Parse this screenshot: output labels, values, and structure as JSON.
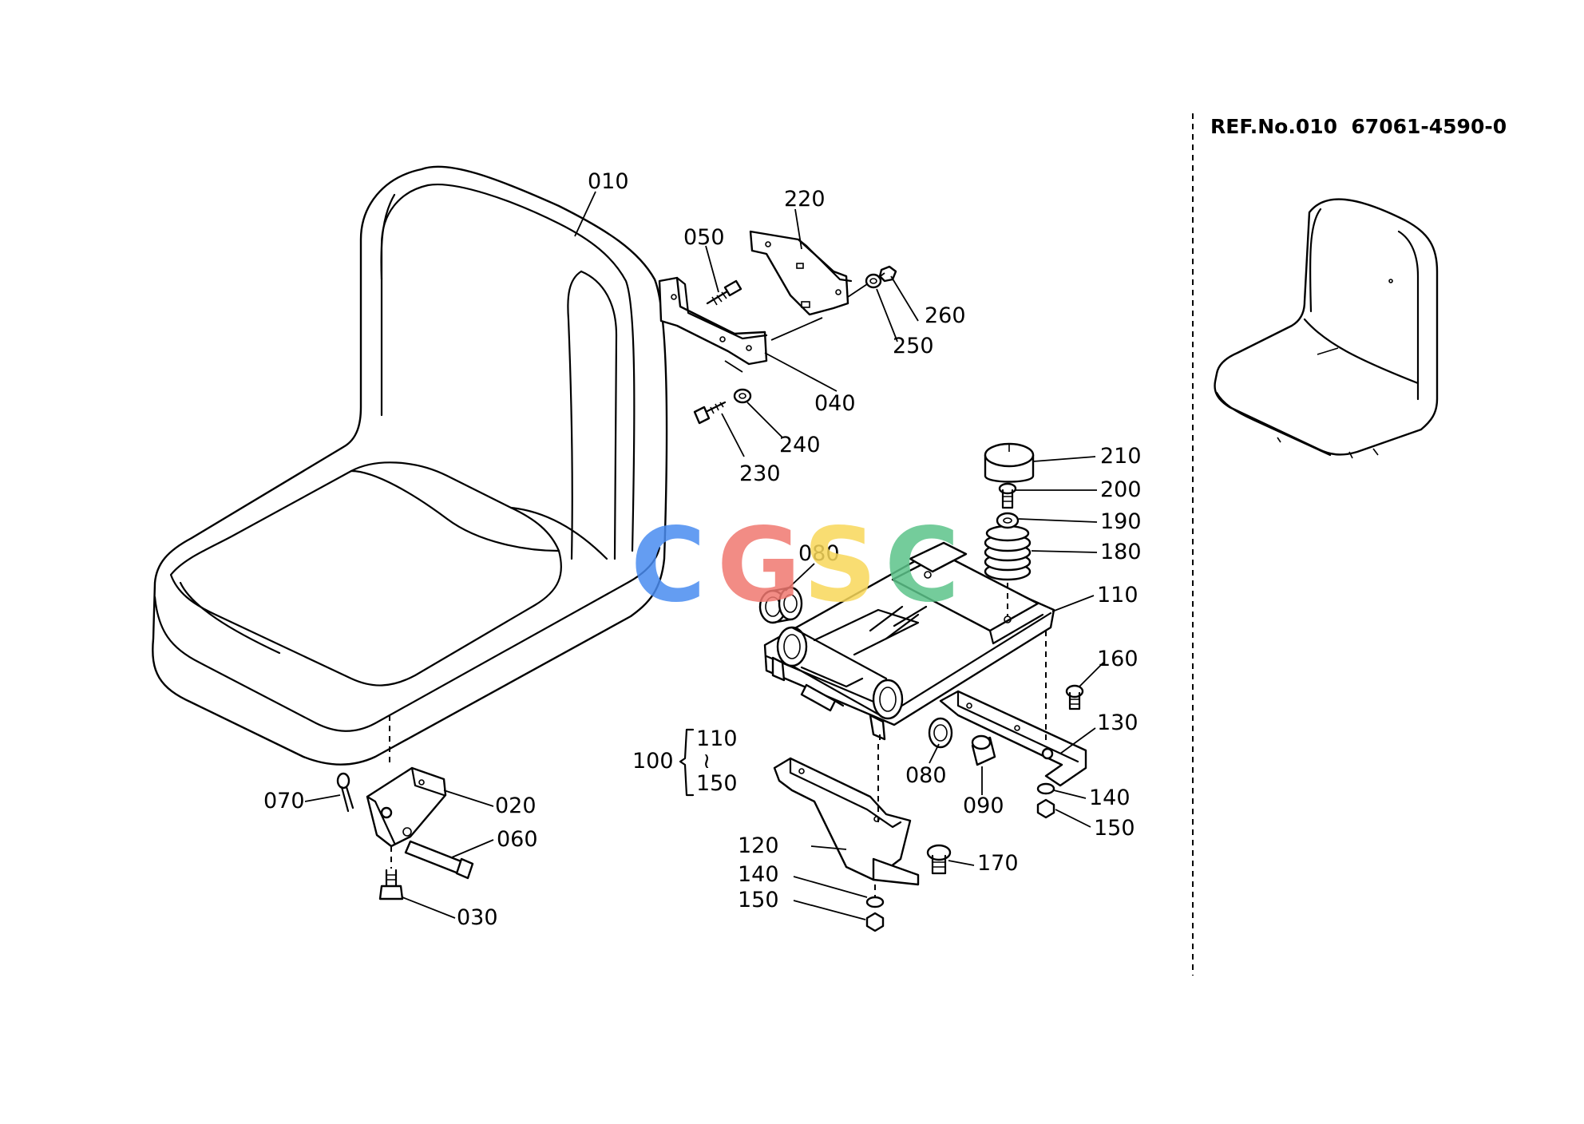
{
  "ref_note": "REF.No.010  67061-4590-0",
  "watermark": {
    "letters": [
      "C",
      "G",
      "S",
      "C"
    ],
    "colors": [
      "#4a8cf0",
      "#f07870",
      "#f8d85a",
      "#5cc48a"
    ]
  },
  "group_callout": {
    "number": "100",
    "range_start": "110",
    "range_sep": "≀",
    "range_end": "150"
  },
  "labels": {
    "p010": "010",
    "p020": "020",
    "p030": "030",
    "p040": "040",
    "p050": "050",
    "p060": "060",
    "p070": "070",
    "p080a": "080",
    "p080b": "080",
    "p090": "090",
    "p110": "110",
    "p120": "120",
    "p130": "130",
    "p140a": "140",
    "p140b": "140",
    "p150a": "150",
    "p150b": "150",
    "p160": "160",
    "p170": "170",
    "p180": "180",
    "p190": "190",
    "p200": "200",
    "p210": "210",
    "p220": "220",
    "p230": "230",
    "p240": "240",
    "p250": "250",
    "p260": "260"
  }
}
